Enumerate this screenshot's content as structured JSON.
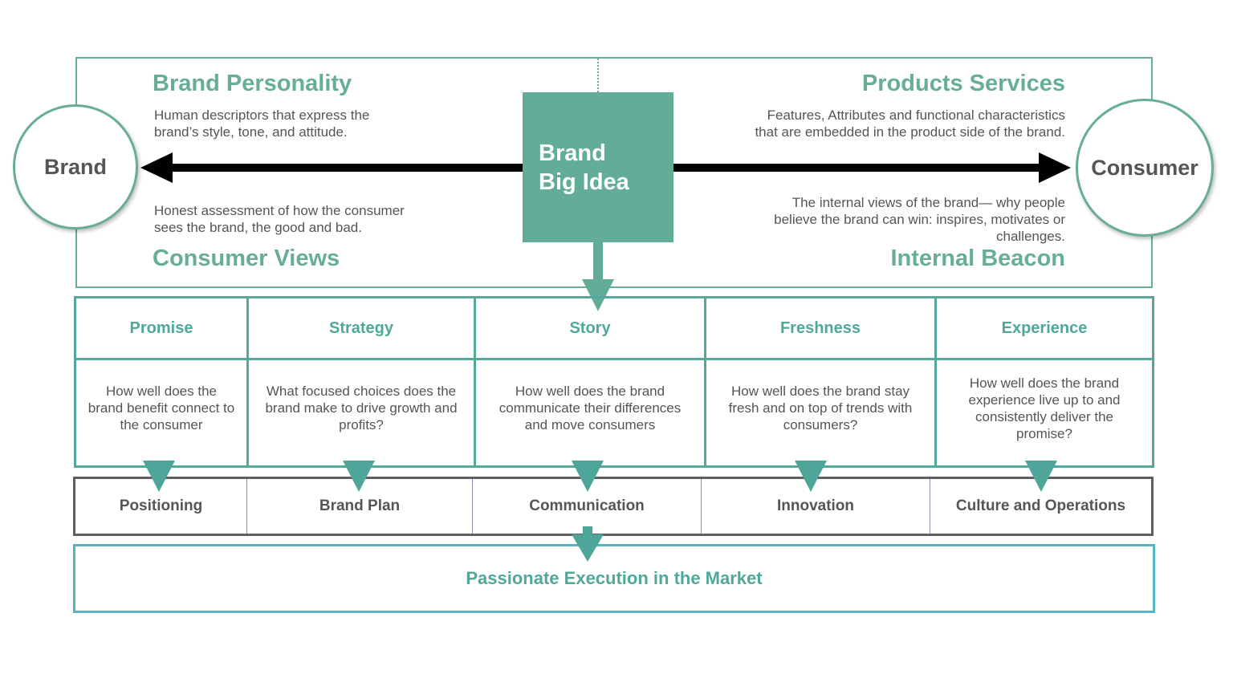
{
  "top_section": {
    "brand_circle": "Brand",
    "consumer_circle": "Consumer",
    "big_idea": {
      "line1": "Brand",
      "line2": "Big Idea"
    },
    "quadrants": {
      "top_left": {
        "title": "Brand Personality",
        "line1": "Human descriptors that express the",
        "line2": "brand’s style, tone, and attitude."
      },
      "top_right": {
        "title": "Products Services",
        "line1": "Features, Attributes and functional characteristics",
        "line2": "that are embedded in the product side of the brand."
      },
      "bottom_left": {
        "title": "Consumer Views",
        "line1": "Honest assessment of how the consumer",
        "line2": "sees the brand, the good and bad."
      },
      "bottom_right": {
        "title": "Internal Beacon",
        "line1": "The internal views of the brand— why people",
        "line2": "believe the brand can win: inspires, motivates or",
        "line3": "challenges."
      }
    }
  },
  "pillars": [
    {
      "title": "Promise",
      "question": "How well does the brand benefit connect to the consumer",
      "output": "Positioning"
    },
    {
      "title": "Strategy",
      "question": "What focused choices does the brand make to drive growth and profits?",
      "output": "Brand Plan"
    },
    {
      "title": "Story",
      "question": "How well does the brand communicate their differences and move consumers",
      "output": "Communication"
    },
    {
      "title": "Freshness",
      "question": "How well does the brand stay fresh and on top of trends with consumers?",
      "output": "Innovation"
    },
    {
      "title": "Experience",
      "question": "How well does the brand experience live up to and consistently deliver the promise?",
      "output": "Culture and Operations"
    }
  ],
  "execution": "Passionate Execution in the Market",
  "colors": {
    "teal": "#63ad98",
    "teal_dark": "#4fa898",
    "gray_text": "#555555",
    "black_arrow": "#000000",
    "exec_border": "#56b5c2"
  }
}
